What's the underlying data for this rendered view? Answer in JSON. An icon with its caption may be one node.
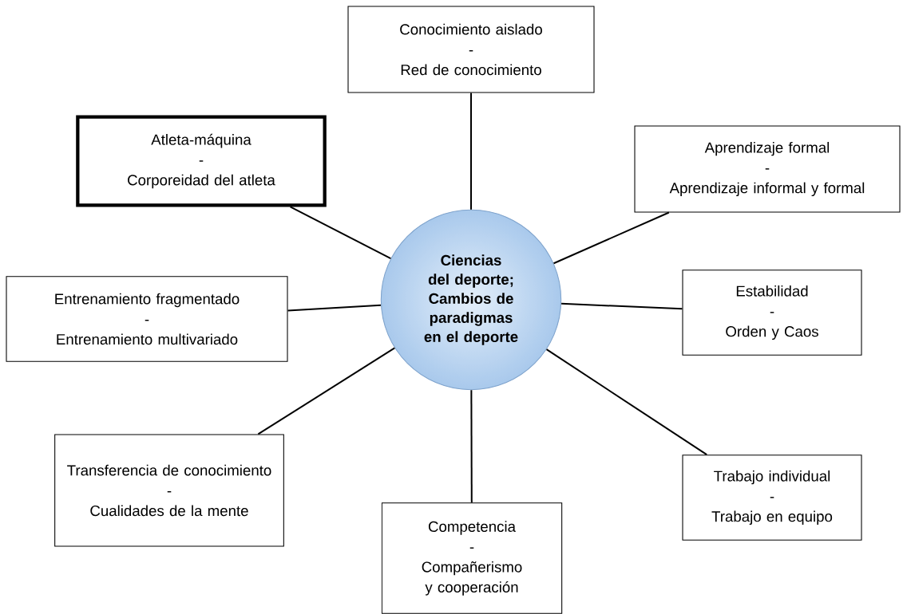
{
  "diagram": {
    "nodes": [
      {
        "text": [
          "Ciencias del deporte; Cambios de paradigmas en el deporte"
        ]
      },
      {
        "text": [
          "Conocimiento aislado",
          "-",
          "Red de conocimiento"
        ]
      },
      {
        "text": [
          "Atleta-máquina",
          "-",
          "Corporeidad del atleta"
        ]
      },
      {
        "text": [
          "Aprendizaje formal",
          "-",
          "Aprendizaje informal y formal"
        ]
      },
      {
        "text": [
          "Entrenamiento fragmentado",
          "-",
          "Entrenamiento multivariado"
        ]
      },
      {
        "text": [
          "Estabilidad",
          "-",
          "Orden y Caos"
        ]
      },
      {
        "text": [
          "Transferencia de conocimiento",
          "-",
          "Cualidades de la mente"
        ]
      },
      {
        "text": [
          "Trabajo individual",
          "-",
          "Trabajo en equipo"
        ]
      },
      {
        "text": [
          "Competencia",
          "-",
          "Compañerismo y cooperación"
        ]
      }
    ],
    "edges": [
      {
        "from": 0,
        "to": 1,
        "arrow": "none"
      },
      {
        "from": 0,
        "to": 2,
        "arrow": "none"
      },
      {
        "from": 0,
        "to": 3,
        "arrow": "none"
      },
      {
        "from": 0,
        "to": 4,
        "arrow": "none"
      },
      {
        "from": 0,
        "to": 5,
        "arrow": "none"
      },
      {
        "from": 0,
        "to": 6,
        "arrow": "none"
      },
      {
        "from": 0,
        "to": 7,
        "arrow": "none"
      },
      {
        "from": 0,
        "to": 8,
        "arrow": "none"
      }
    ]
  }
}
